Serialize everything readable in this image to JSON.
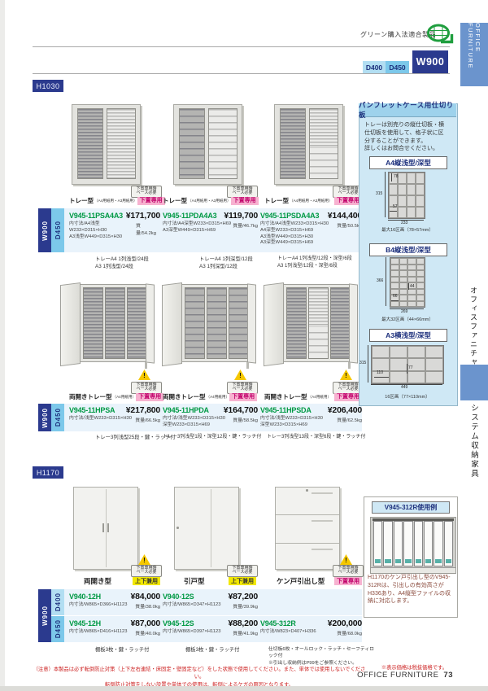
{
  "header": {
    "eco_label": "グリーン購入法適合製品",
    "tabs": {
      "d400": "D400",
      "d450": "D450",
      "w900": "W900"
    }
  },
  "sidebar": {
    "tab_top": "OFFICE FURNITURE",
    "category_1": "オフィスファニチャー",
    "category_2": "システム収納家具"
  },
  "badges": {
    "base": "下置専用時\nベース必要"
  },
  "h1030": {
    "label": "H1030",
    "size_w": "W900",
    "size_d450": "D450",
    "row1": {
      "products": [
        {
          "name": "トレー型",
          "note": "（A4用紙用・A3用紙用）",
          "badge": "下置専用",
          "code": "V945-11PSA4A3",
          "price": "¥171,700",
          "weight": "質量/54.2kg",
          "spec": "内寸法/A4浅型W233×D315×H30\nA3浅型W449×D315×H30",
          "config": "トレーA4 1列浅型/24段\nA3 1列浅型/24段"
        },
        {
          "name": "トレー型",
          "note": "（A4用紙用・A3用紙用）",
          "badge": "下置専用",
          "code": "V945-11PDA4A3",
          "price": "¥119,700",
          "weight": "質量/46.7kg",
          "spec": "内寸法/A4深型W233×D315×H69\nA3深型W449×D315×H69",
          "config": "トレーA4 1列深型/12段\nA3 1列深型/12段"
        },
        {
          "name": "トレー型",
          "note": "（A4用紙用・A3用紙用）",
          "badge": "下置専用",
          "code": "V945-11PSDA4A3",
          "price": "¥144,400",
          "weight": "質量/50.5kg",
          "spec": "内寸法/A4浅型W233×D315×H30\nA4深型W233×D315×H69\nA3浅型W449×D315×H30\nA3深型W449×D315×H69",
          "config": "トレーA4 1列浅型/12段・深型/6段\nA3 1列浅型/12段・深型/6段"
        }
      ]
    },
    "row2": {
      "products": [
        {
          "name": "両開きトレー型",
          "note": "（A4用紙用）",
          "badge": "下置専用",
          "code": "V945-11HPSA",
          "price": "¥217,800",
          "weight": "質量/66.5kg",
          "spec": "内寸法/浅型W233×D315×H30",
          "config": "トレー3列浅型25段・鍵・ラッチ付"
        },
        {
          "name": "両開きトレー型",
          "note": "（A4用紙用）",
          "badge": "下置専用",
          "code": "V945-11HPDA",
          "price": "¥164,700",
          "weight": "質量/58.5kg",
          "spec": "内寸法/浅型W233×D315×H30\n深型W233×D315×H69",
          "config": "トレー3列浅型1段・深型12段・鍵・ラッチ付"
        },
        {
          "name": "両開きトレー型",
          "note": "（A4用紙用）",
          "badge": "下置専用",
          "code": "V945-11HPSDA",
          "price": "¥206,400",
          "weight": "質量/62.5kg",
          "spec": "内寸法/浅型W233×D315×H30\n深型W233×D315×H69",
          "config": "トレー3列浅型13段・深型6段・鍵・ラッチ付"
        }
      ]
    }
  },
  "divider_panel": {
    "title": "パンフレットケース用仕切り板",
    "intro": "トレーは別売りの縦仕切板・横\n仕切板を使用して、格子状に区\n分することができます。\n詳しくはお問合せください。",
    "a4": {
      "label": "A4縦浅型/深型",
      "cell_h": "78",
      "total_h": "315",
      "cell_w": "57",
      "total_w": "233",
      "caption": "最大16区画（78×57mm）"
    },
    "b4": {
      "label": "B4縦浅型/深型",
      "total_h": "366",
      "cell_h": "44",
      "cell_w": "66",
      "total_w": "269",
      "caption": "最大32区画（44×66mm）"
    },
    "a3": {
      "label": "A3横浅型/深型",
      "total_h": "315",
      "cell_h": "77",
      "cell_w": "110",
      "total_w": "449",
      "caption": "16区画（77×110mm）"
    }
  },
  "h1170": {
    "label": "H1170",
    "size_w": "W900",
    "size_d400": "D400",
    "size_d450": "D450",
    "names": [
      {
        "name": "両開き型",
        "badge": "上下兼用"
      },
      {
        "name": "引戸型",
        "badge": "上下兼用"
      },
      {
        "name": "ケン戸引出し型",
        "badge": "下置専用"
      }
    ],
    "d400_products": [
      {
        "code": "V940-12H",
        "price": "¥84,000",
        "weight": "質量/38.0kg",
        "spec": "内寸法/W865×D366×H1123"
      },
      {
        "code": "V940-12S",
        "price": "¥87,200",
        "weight": "質量/39.9kg",
        "spec": "内寸法/W865×D347×H1123"
      }
    ],
    "d450_products": [
      {
        "code": "V945-12H",
        "price": "¥87,000",
        "weight": "質量/40.0kg",
        "spec": "内寸法/W865×D416×H1123"
      },
      {
        "code": "V945-12S",
        "price": "¥88,200",
        "weight": "質量/41.9kg",
        "spec": "内寸法/W865×D397×H1123"
      },
      {
        "code": "V945-312R",
        "price": "¥200,000",
        "weight": "質量/68.0kg",
        "spec": "内寸法/W823×D407×H336"
      }
    ],
    "configs": [
      "棚板3枚・鍵・ラッチ付",
      "棚板3枚・鍵・ラッチ付",
      "仕切板6枚・オールロック・ラッチ・セーフティロック付\n※引出し収納例はP99をご参照ください。"
    ]
  },
  "usage_panel": {
    "title": "V945-312R使用例",
    "text": "H1170のケン戸引出し型のV945-\n312Rは、引出しの有効高さが\nH336あり、A4縦型ファイルの収\n納に対応します。"
  },
  "footer": {
    "caution": "（注意）本製品は必ず転倒防止対策（上下左右連結・床固定・壁固定など）をした状態で使用してください。また、単体では使用しないでください。\n転倒防止対策をしない設置や単体での使用は、転倒によるケガの原因となります。",
    "tax_note": "※表示価格は税抜価格です。",
    "brand": "OFFICE FURNITURE",
    "page": "73"
  },
  "warning_mark": "!",
  "colors": {
    "navy": "#2b3a8e",
    "sky": "#7cc8ea",
    "sky_light": "#b2def2",
    "row_bg": "#e9f3fb",
    "code_green": "#009944",
    "pink_badge": "#f7b2d0",
    "yellow_badge": "#f2e800",
    "panel_bg": "#cfe8f5",
    "panel_header": "#9ed2ec",
    "caution_red": "#cc2222",
    "side_blue": "#6b94cd"
  }
}
